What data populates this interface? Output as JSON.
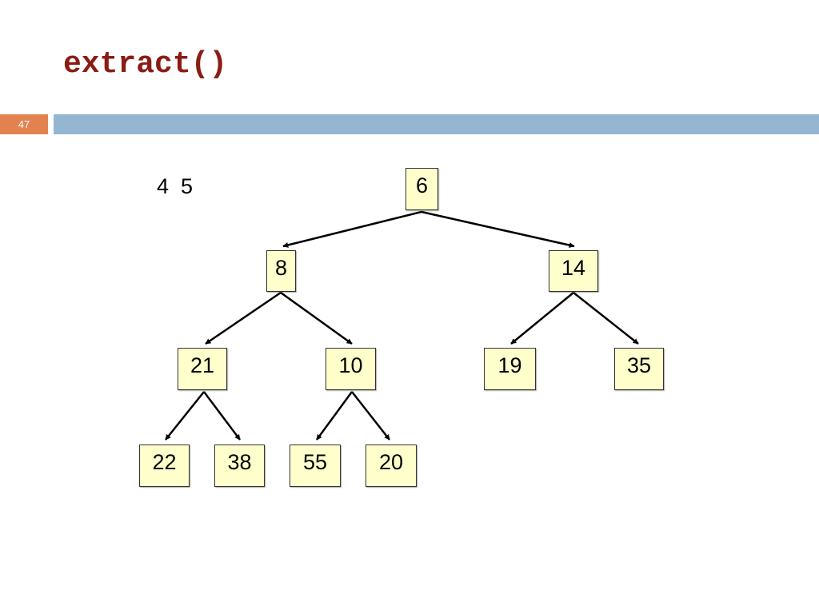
{
  "slide": {
    "title": "extract()",
    "number": "47",
    "extracted_values": "4  5"
  },
  "colors": {
    "title": "#8b1c14",
    "slide_number_bg": "#e2834f",
    "header_rule": "#94b6d2",
    "node_fill": "#ffffcc",
    "edge": "#000000"
  },
  "tree": {
    "nodes": [
      "6",
      "8",
      "14",
      "21",
      "10",
      "19",
      "35",
      "22",
      "38",
      "55",
      "20"
    ],
    "edges": [
      {
        "from": "6",
        "to": "8"
      },
      {
        "from": "6",
        "to": "14"
      },
      {
        "from": "8",
        "to": "21"
      },
      {
        "from": "8",
        "to": "10"
      },
      {
        "from": "14",
        "to": "19"
      },
      {
        "from": "14",
        "to": "35"
      },
      {
        "from": "21",
        "to": "22"
      },
      {
        "from": "21",
        "to": "38"
      },
      {
        "from": "10",
        "to": "55"
      },
      {
        "from": "10",
        "to": "20"
      }
    ]
  }
}
